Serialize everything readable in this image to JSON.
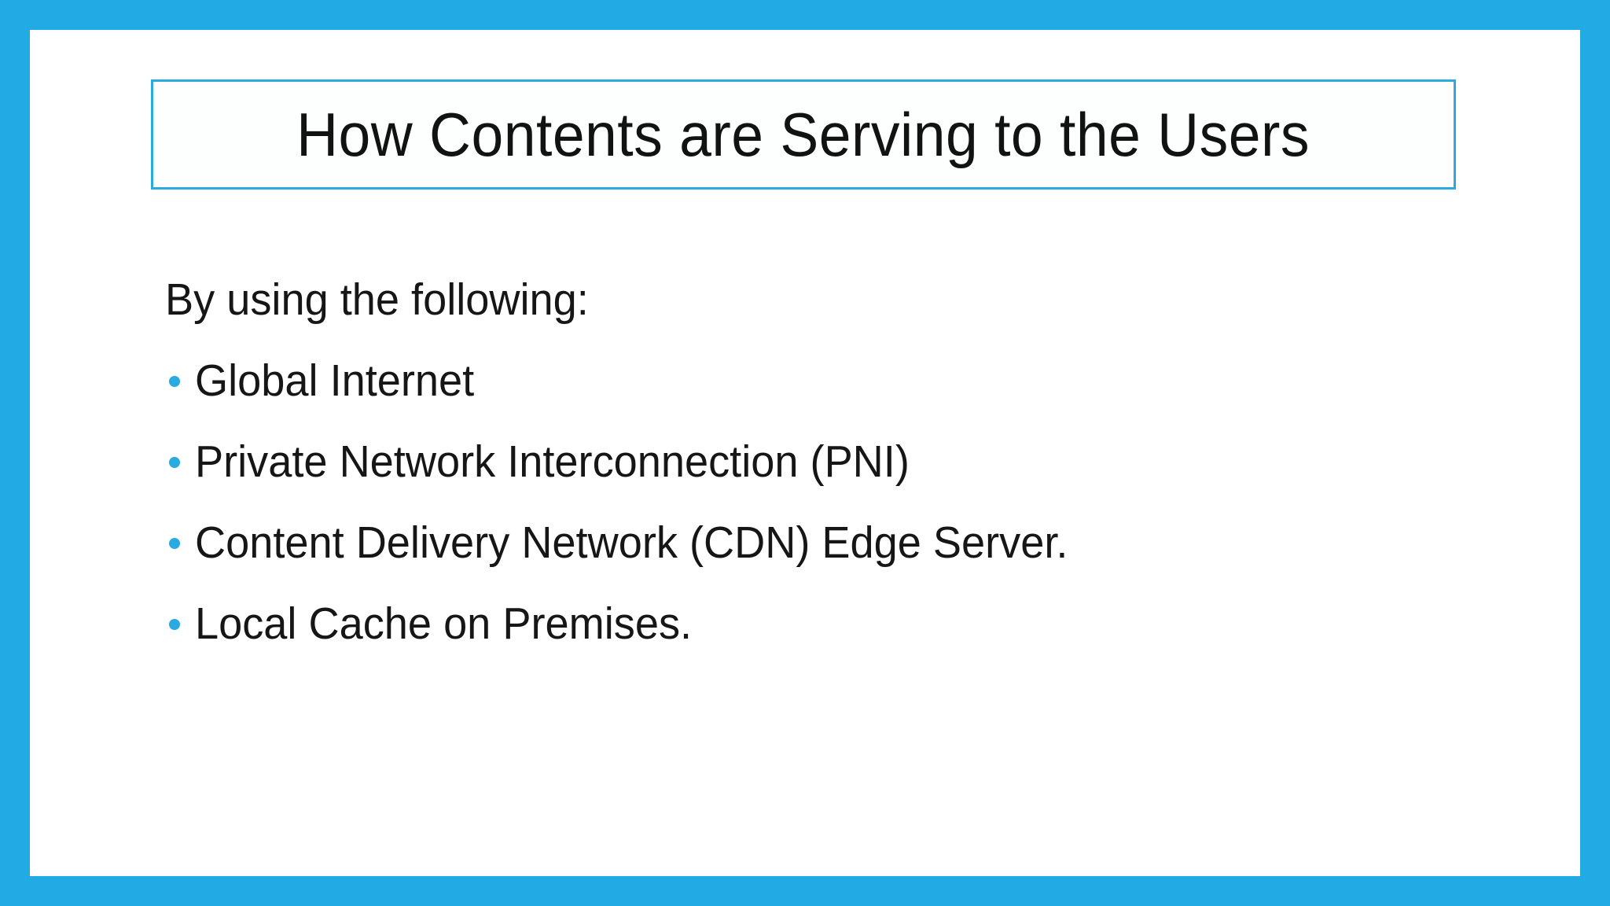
{
  "slide": {
    "frame_color": "#22AAE5",
    "canvas_color": "#FFFFFF",
    "accent_color": "#29ABE2",
    "title": {
      "text": "How Contents are Serving to the Users",
      "border_color": "#2BAAE0",
      "text_color": "#121212"
    },
    "body": {
      "lead": "By using the following:",
      "bullets": [
        {
          "label": "Global Internet"
        },
        {
          "label": "Private Network Interconnection (PNI)"
        },
        {
          "label": "Content Delivery Network (CDN) Edge Server."
        },
        {
          "label": "Local Cache on Premises."
        }
      ]
    }
  }
}
